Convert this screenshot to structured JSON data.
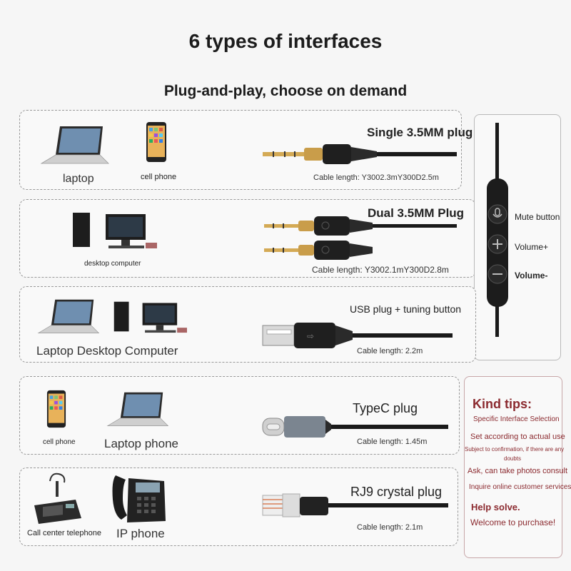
{
  "header": {
    "title": "6 types of interfaces",
    "subtitle": "Plug-and-play, choose on demand"
  },
  "rows": [
    {
      "plug": "Single 3.5MM plug",
      "cable": "Cable length: Y3002.3mY300D2.5m",
      "devices": [
        "laptop",
        "cell phone"
      ]
    },
    {
      "plug": "Dual 3.5MM Plug",
      "cable": "Cable length: Y3002.1mY300D2.8m",
      "devices": [
        "desktop computer"
      ]
    },
    {
      "plug": "USB plug + tuning button",
      "cable": "Cable length: 2.2m",
      "devices": [
        "Laptop Desktop Computer"
      ]
    },
    {
      "plug": "TypeC plug",
      "cable": "Cable length: 1.45m",
      "devices": [
        "cell phone",
        "Laptop phone"
      ]
    },
    {
      "plug": "RJ9 crystal plug",
      "cable": "Cable length: 2.1m",
      "devices": [
        "Call center telephone",
        "IP phone"
      ]
    }
  ],
  "controller": {
    "mute": "Mute button",
    "volume_plus": "Volume+",
    "volume_minus": "Volume-"
  },
  "tips": {
    "title": "Kind tips:",
    "lines": [
      "Specific Interface Selection",
      "Set according to actual use",
      "Subject to confirmation, if there are any",
      "doubts",
      "Ask, can take photos consult",
      "Inquire online customer services",
      "Help solve.",
      "Welcome to purchase!"
    ]
  },
  "colors": {
    "accent": "#8b2a2f",
    "border": "#999999",
    "cable": "#1a1a1a",
    "gold": "#c8a04a"
  }
}
